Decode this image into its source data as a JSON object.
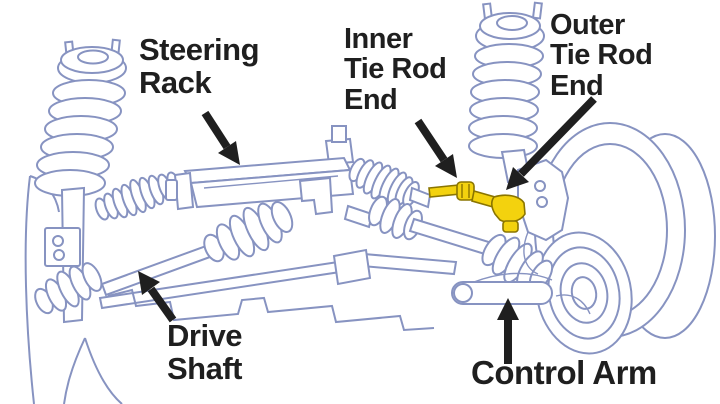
{
  "colors": {
    "line": "#8793c1",
    "highlight": "#f3d20e",
    "highlight_outline": "#8a7500",
    "arrow": "#1f1f1f",
    "label_text": "#1f1f1f",
    "background": "#ffffff"
  },
  "labels": {
    "steering_rack": "Steering\nRack",
    "inner_tie_rod_end": "Inner\nTie Rod\nEnd",
    "outer_tie_rod_end": "Outer\nTie Rod\nEnd",
    "drive_shaft": "Drive\nShaft",
    "control_arm": "Control Arm"
  }
}
